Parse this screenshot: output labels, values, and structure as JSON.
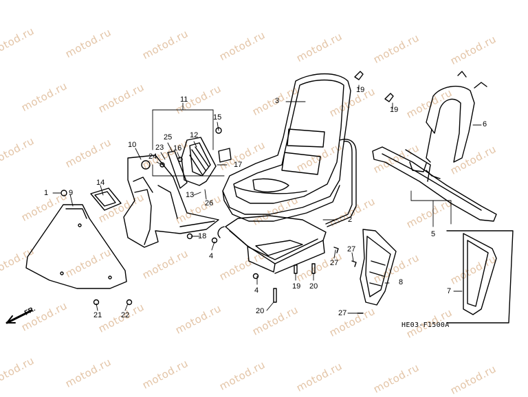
{
  "diagram": {
    "code": "HE03-F1500A",
    "front_marker": "FR.",
    "watermark": "motod.ru",
    "callouts": [
      "1",
      "2",
      "3",
      "4",
      "4",
      "5",
      "6",
      "7",
      "8",
      "9",
      "10",
      "11",
      "12",
      "13",
      "14",
      "15",
      "16",
      "17",
      "18",
      "19",
      "19",
      "19",
      "20",
      "20",
      "21",
      "22",
      "23",
      "24",
      "25",
      "26",
      "27",
      "27",
      "27"
    ]
  }
}
